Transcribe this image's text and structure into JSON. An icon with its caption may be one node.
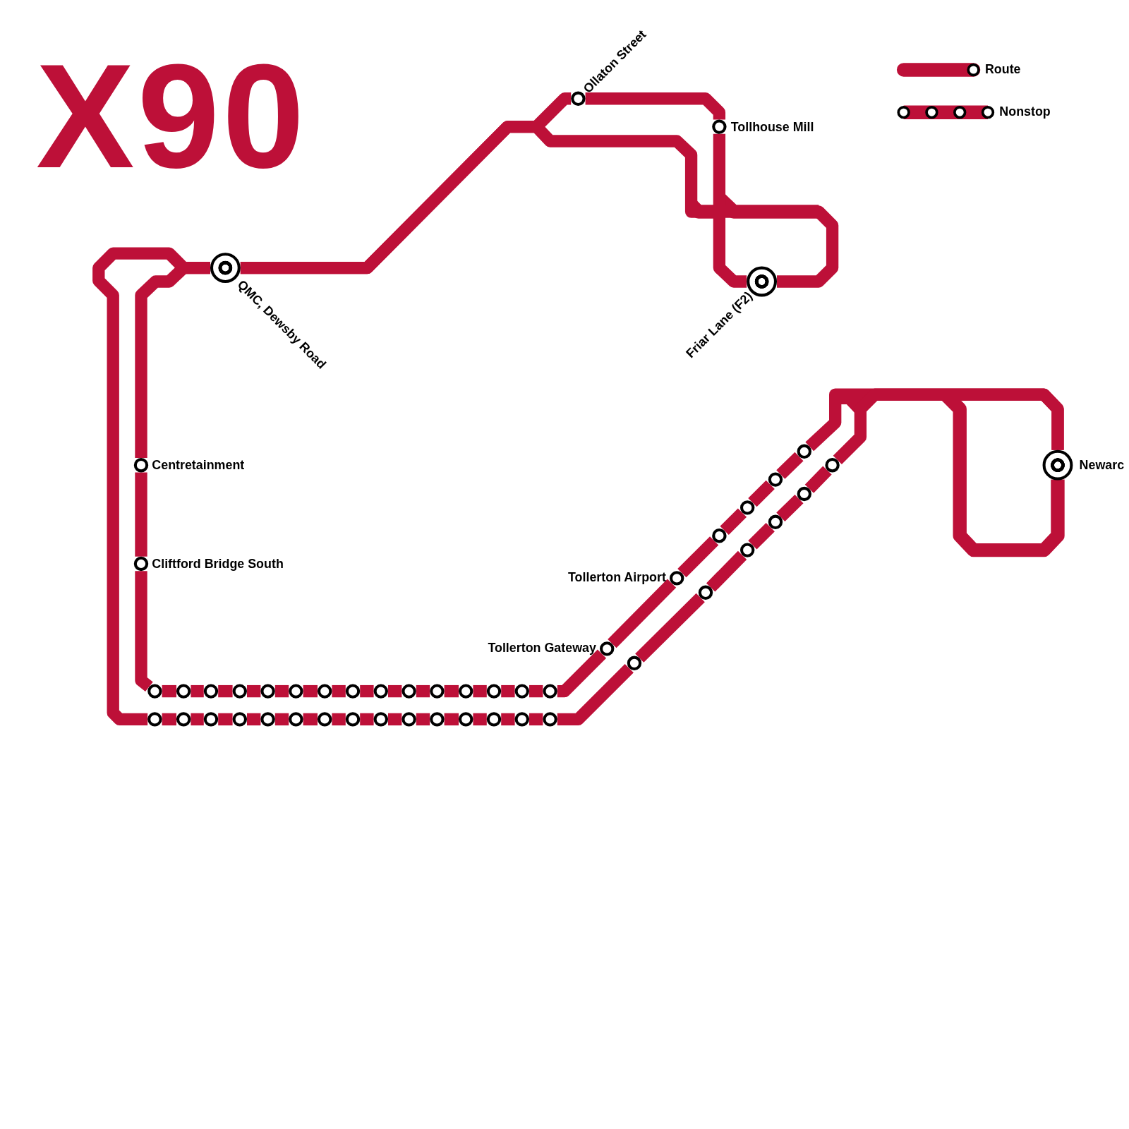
{
  "diagram": {
    "title": "X90",
    "nodes": [
      {
        "text": [],
        "shape": "circle",
        "beside": [
          "QMC, Dewsby Road"
        ]
      },
      {
        "text": [],
        "shape": "circle",
        "beside": [
          "Ollaton Street"
        ]
      },
      {
        "text": [],
        "shape": "circle",
        "beside": [
          "Tollhouse Mill"
        ]
      },
      {
        "text": [],
        "shape": "circle",
        "beside": [
          "Friar Lane (F2)"
        ]
      },
      {
        "text": [],
        "shape": "circle",
        "beside": [
          "Centretainment"
        ]
      },
      {
        "text": [],
        "shape": "circle",
        "beside": [
          "Cliftford Bridge South"
        ]
      },
      {
        "text": [],
        "shape": "circle"
      },
      {
        "text": [],
        "shape": "circle"
      },
      {
        "text": [],
        "shape": "circle"
      },
      {
        "text": [],
        "shape": "circle"
      },
      {
        "text": [],
        "shape": "circle"
      },
      {
        "text": [],
        "shape": "circle"
      },
      {
        "text": [],
        "shape": "circle"
      },
      {
        "text": [],
        "shape": "circle"
      },
      {
        "text": [],
        "shape": "circle"
      },
      {
        "text": [],
        "shape": "circle"
      },
      {
        "text": [],
        "shape": "circle"
      },
      {
        "text": [],
        "shape": "circle"
      },
      {
        "text": [],
        "shape": "circle"
      },
      {
        "text": [],
        "shape": "circle"
      },
      {
        "text": [],
        "shape": "circle"
      },
      {
        "text": [],
        "shape": "circle"
      },
      {
        "text": [],
        "shape": "circle"
      },
      {
        "text": [],
        "shape": "circle"
      },
      {
        "text": [],
        "shape": "circle"
      },
      {
        "text": [],
        "shape": "circle"
      },
      {
        "text": [],
        "shape": "circle"
      },
      {
        "text": [],
        "shape": "circle"
      },
      {
        "text": [],
        "shape": "circle"
      },
      {
        "text": [],
        "shape": "circle"
      },
      {
        "text": [],
        "shape": "circle"
      },
      {
        "text": [],
        "shape": "circle"
      },
      {
        "text": [],
        "shape": "circle"
      },
      {
        "text": [],
        "shape": "circle"
      },
      {
        "text": [],
        "shape": "circle"
      },
      {
        "text": [],
        "shape": "circle"
      },
      {
        "text": [],
        "shape": "circle",
        "beside": [
          "Tollerton Gateway"
        ]
      },
      {
        "text": [],
        "shape": "circle",
        "beside": [
          "Tollerton Airport"
        ]
      },
      {
        "text": [],
        "shape": "circle"
      },
      {
        "text": [],
        "shape": "circle"
      },
      {
        "text": [],
        "shape": "circle"
      },
      {
        "text": [],
        "shape": "circle"
      },
      {
        "text": [],
        "shape": "circle"
      },
      {
        "text": [],
        "shape": "circle"
      },
      {
        "text": [],
        "shape": "circle"
      },
      {
        "text": [],
        "shape": "circle"
      },
      {
        "text": [],
        "shape": "circle"
      },
      {
        "text": [],
        "shape": "circle"
      },
      {
        "text": [],
        "shape": "circle",
        "beside": [
          "Newarc"
        ]
      }
    ],
    "edges": [
      {
        "from": 0,
        "to": 1,
        "arrow": "none"
      },
      {
        "from": 1,
        "to": 2,
        "arrow": "none"
      },
      {
        "from": 2,
        "to": 3,
        "arrow": "none"
      },
      {
        "from": 0,
        "to": 3,
        "arrow": "none"
      },
      {
        "from": 0,
        "to": 4,
        "arrow": "none"
      },
      {
        "from": 4,
        "to": 5,
        "arrow": "none"
      },
      {
        "from": 5,
        "to": 6,
        "arrow": "none"
      },
      {
        "from": 6,
        "to": 7,
        "arrow": "none"
      },
      {
        "from": 7,
        "to": 8,
        "arrow": "none"
      },
      {
        "from": 8,
        "to": 9,
        "arrow": "none"
      },
      {
        "from": 9,
        "to": 10,
        "arrow": "none"
      },
      {
        "from": 10,
        "to": 11,
        "arrow": "none"
      },
      {
        "from": 11,
        "to": 12,
        "arrow": "none"
      },
      {
        "from": 12,
        "to": 13,
        "arrow": "none"
      },
      {
        "from": 13,
        "to": 14,
        "arrow": "none"
      },
      {
        "from": 14,
        "to": 15,
        "arrow": "none"
      },
      {
        "from": 15,
        "to": 16,
        "arrow": "none"
      },
      {
        "from": 16,
        "to": 17,
        "arrow": "none"
      },
      {
        "from": 17,
        "to": 18,
        "arrow": "none"
      },
      {
        "from": 18,
        "to": 19,
        "arrow": "none"
      },
      {
        "from": 19,
        "to": 20,
        "arrow": "none"
      },
      {
        "from": 20,
        "to": 36,
        "arrow": "none"
      },
      {
        "from": 36,
        "to": 37,
        "arrow": "none"
      },
      {
        "from": 37,
        "to": 38,
        "arrow": "none"
      },
      {
        "from": 38,
        "to": 39,
        "arrow": "none"
      },
      {
        "from": 39,
        "to": 40,
        "arrow": "none"
      },
      {
        "from": 40,
        "to": 41,
        "arrow": "none"
      },
      {
        "from": 41,
        "to": 48,
        "arrow": "none"
      },
      {
        "from": 0,
        "to": 21,
        "arrow": "none"
      },
      {
        "from": 21,
        "to": 22,
        "arrow": "none"
      },
      {
        "from": 22,
        "to": 23,
        "arrow": "none"
      },
      {
        "from": 23,
        "to": 24,
        "arrow": "none"
      },
      {
        "from": 24,
        "to": 25,
        "arrow": "none"
      },
      {
        "from": 25,
        "to": 26,
        "arrow": "none"
      },
      {
        "from": 26,
        "to": 27,
        "arrow": "none"
      },
      {
        "from": 27,
        "to": 28,
        "arrow": "none"
      },
      {
        "from": 28,
        "to": 29,
        "arrow": "none"
      },
      {
        "from": 29,
        "to": 30,
        "arrow": "none"
      },
      {
        "from": 30,
        "to": 31,
        "arrow": "none"
      },
      {
        "from": 31,
        "to": 32,
        "arrow": "none"
      },
      {
        "from": 32,
        "to": 33,
        "arrow": "none"
      },
      {
        "from": 33,
        "to": 34,
        "arrow": "none"
      },
      {
        "from": 34,
        "to": 35,
        "arrow": "none"
      },
      {
        "from": 35,
        "to": 42,
        "arrow": "none"
      },
      {
        "from": 42,
        "to": 43,
        "arrow": "none"
      },
      {
        "from": 43,
        "to": 44,
        "arrow": "none"
      },
      {
        "from": 44,
        "to": 45,
        "arrow": "none"
      },
      {
        "from": 45,
        "to": 46,
        "arrow": "none"
      },
      {
        "from": 46,
        "to": 47,
        "arrow": "none"
      },
      {
        "from": 47,
        "to": 48,
        "arrow": "none"
      }
    ],
    "legend": [
      {
        "text": "Route"
      },
      {
        "text": "Nonstop"
      }
    ]
  }
}
